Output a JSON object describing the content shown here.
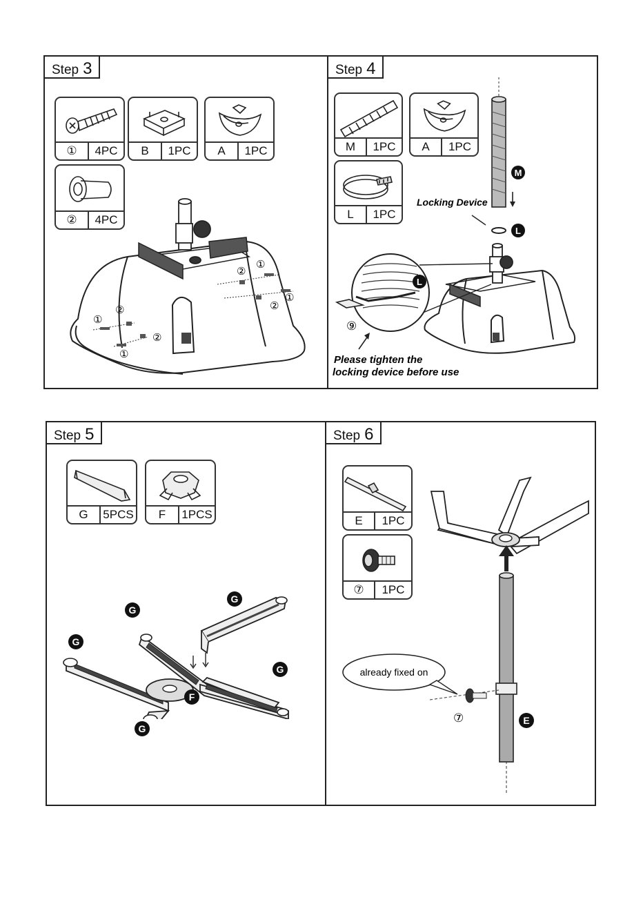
{
  "step3": {
    "word": "Step",
    "number": "3",
    "parts": [
      {
        "id": "①",
        "qty": "4PC",
        "icon": "countersunk-screw-icon"
      },
      {
        "id": "B",
        "qty": "1PC",
        "icon": "bracket-plate-icon"
      },
      {
        "id": "A",
        "qty": "1PC",
        "icon": "mount-bracket-icon"
      },
      {
        "id": "②",
        "qty": "4PC",
        "icon": "sleeve-nut-icon"
      }
    ],
    "labels": {
      "screw": "①",
      "nut": "②"
    }
  },
  "step4": {
    "word": "Step",
    "number": "4",
    "parts": [
      {
        "id": "M",
        "qty": "1PC",
        "icon": "hose-icon"
      },
      {
        "id": "A",
        "qty": "1PC",
        "icon": "mount-bracket-icon"
      },
      {
        "id": "L",
        "qty": "1PC",
        "icon": "hose-clamp-icon"
      }
    ],
    "locking_label": "Locking Device",
    "badge_m": "M",
    "badge_l": "L",
    "tool_label": "⑨",
    "note_line1": "Please tighten the",
    "note_line2": "locking device before use"
  },
  "step5": {
    "word": "Step",
    "number": "5",
    "parts": [
      {
        "id": "G",
        "qty": "5PCS",
        "icon": "leg-bar-icon"
      },
      {
        "id": "F",
        "qty": "1PCS",
        "icon": "hub-icon"
      }
    ],
    "badge_g": "G",
    "badge_f": "F"
  },
  "step6": {
    "word": "Step",
    "number": "6",
    "parts": [
      {
        "id": "E",
        "qty": "1PC",
        "icon": "pole-icon"
      },
      {
        "id": "⑦",
        "qty": "1PC",
        "icon": "thumb-screw-icon"
      }
    ],
    "bubble": "already fixed on",
    "screw_label": "⑦",
    "badge_e": "E"
  }
}
